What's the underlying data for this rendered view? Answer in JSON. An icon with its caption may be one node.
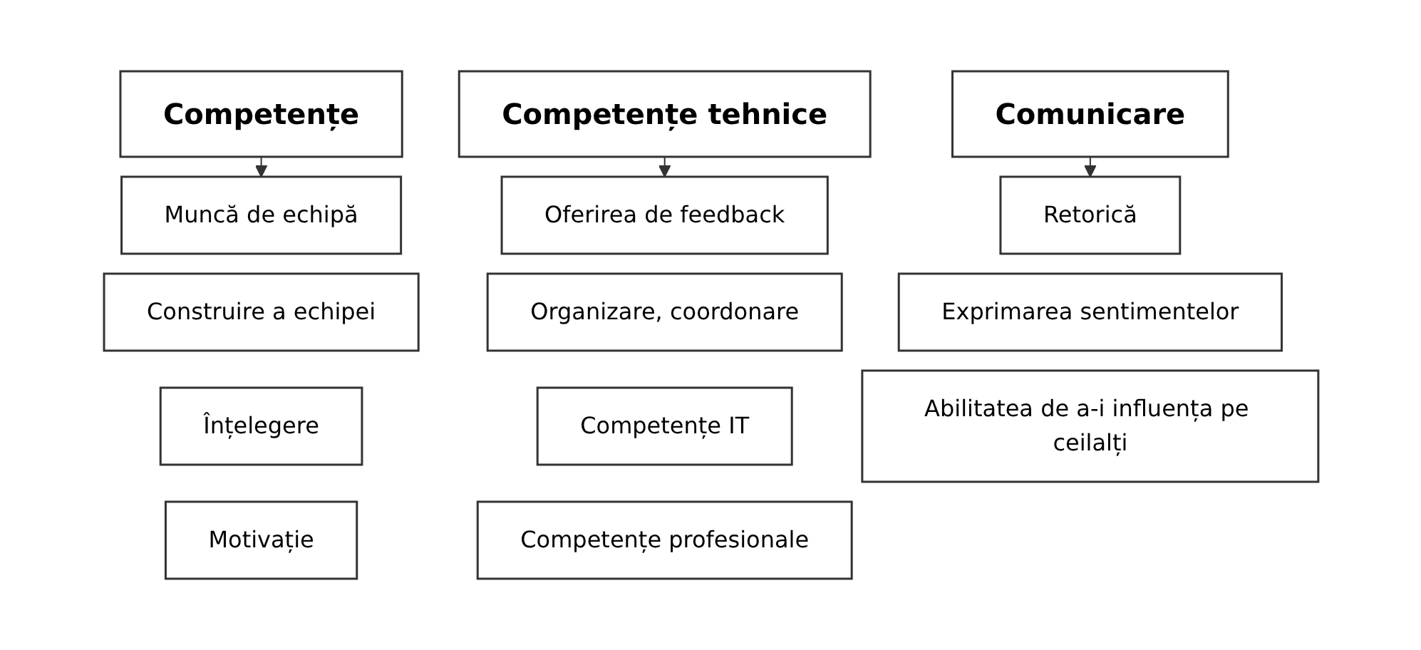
{
  "diagram": {
    "nodes": [
      {
        "text": [
          "Competențe"
        ]
      },
      {
        "text": [
          "Muncă de echipă"
        ]
      },
      {
        "text": [
          "Construire a echipei"
        ]
      },
      {
        "text": [
          "Înțelegere"
        ]
      },
      {
        "text": [
          "Motivație"
        ]
      },
      {
        "text": [
          "Competențe tehnice"
        ]
      },
      {
        "text": [
          "Oferirea de feedback"
        ]
      },
      {
        "text": [
          "Organizare, coordonare"
        ]
      },
      {
        "text": [
          "Competențe IT"
        ]
      },
      {
        "text": [
          "Competențe profesionale"
        ]
      },
      {
        "text": [
          "Comunicare"
        ]
      },
      {
        "text": [
          "Retorică"
        ]
      },
      {
        "text": [
          "Exprimarea sentimentelor"
        ]
      },
      {
        "text": [
          "Abilitatea de a-i influența pe ceilalți"
        ]
      }
    ],
    "edges": [
      {
        "from": 0,
        "to": 1,
        "arrow": "to"
      },
      {
        "from": 5,
        "to": 6,
        "arrow": "to"
      },
      {
        "from": 10,
        "to": 11,
        "arrow": "to"
      }
    ]
  }
}
